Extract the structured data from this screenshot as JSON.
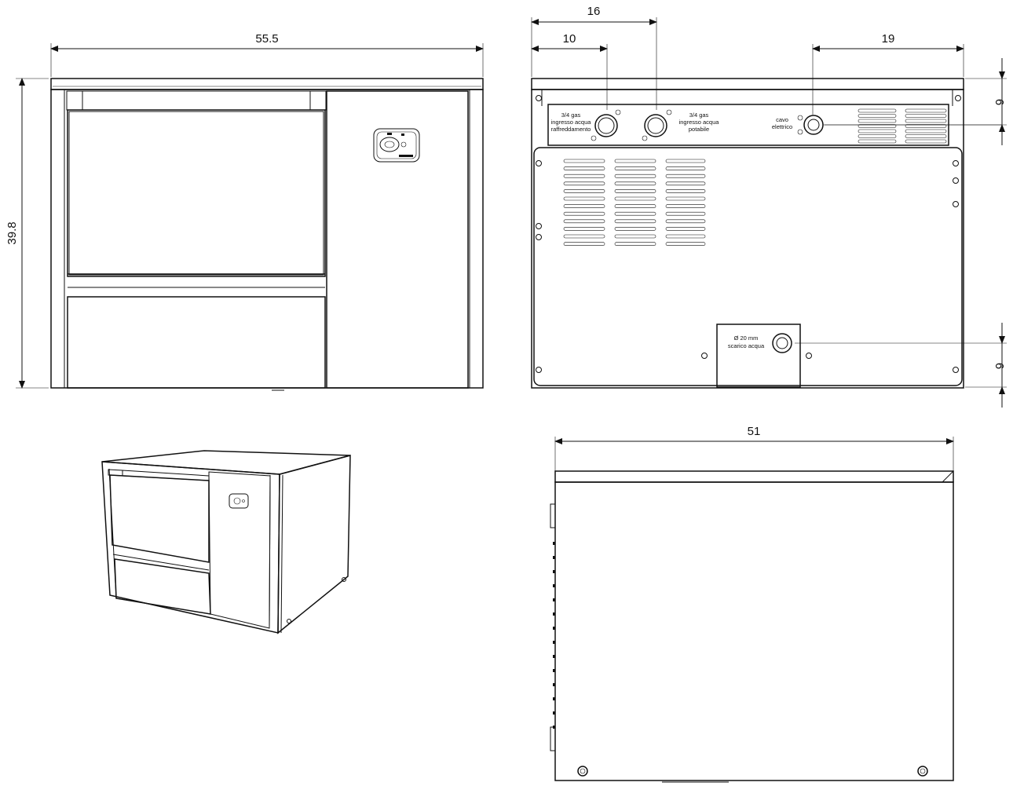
{
  "dimensions": {
    "width_front": "55.5",
    "height_front": "39.8",
    "rear_offset_16": "16",
    "rear_offset_10": "10",
    "rear_offset_19": "19",
    "rear_top_6": "6",
    "rear_bottom_6": "6",
    "side_depth": "51"
  },
  "rear_labels": {
    "inlet_cooling_1": "3/4 gas",
    "inlet_cooling_2": "ingresso acqua",
    "inlet_cooling_3": "raffreddamento",
    "inlet_potable_1": "3/4 gas",
    "inlet_potable_2": "ingresso acqua",
    "inlet_potable_3": "potabile",
    "cable_1": "cavo",
    "cable_2": "elettrico",
    "drain_1": "Ø 20 mm",
    "drain_2": "scarico acqua"
  },
  "icons": [
    "arrow-icon",
    "fitting-icon",
    "screw-icon",
    "control-panel-icon"
  ]
}
